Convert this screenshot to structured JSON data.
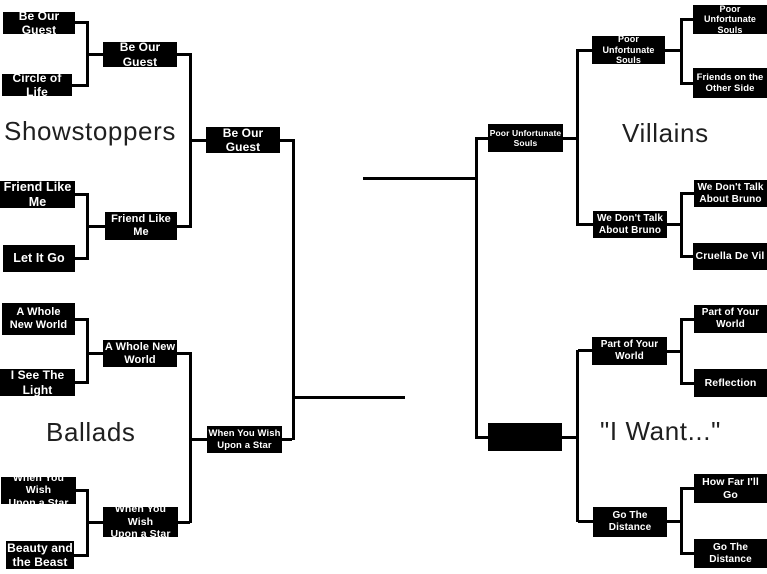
{
  "colors": {
    "background": "#ffffff",
    "box_fill": "#000000",
    "box_text": "#ffffff",
    "connector": "#000000",
    "label_text": "#1f1f1f"
  },
  "bracket": {
    "showstoppers": {
      "label": "Showstoppers",
      "r1": [
        "Be Our Guest",
        "Circle of Life",
        "Friend Like Me",
        "Let It Go"
      ],
      "r2": [
        "Be Our Guest",
        "Friend Like\nMe"
      ],
      "winner": "Be Our Guest"
    },
    "ballads": {
      "label": "Ballads",
      "r1": [
        "A Whole\nNew World",
        "I See The Light",
        "When You Wish\nUpon a Star",
        "Beauty and\nthe Beast"
      ],
      "r2": [
        "A Whole New\nWorld",
        "When You Wish\nUpon a Star"
      ],
      "winner": "When You Wish\nUpon a Star"
    },
    "villains": {
      "label": "Villains",
      "r1": [
        "Poor Unfortunate\nSouls",
        "Friends on the\nOther Side",
        "We Don't Talk\nAbout Bruno",
        "Cruella De Vil"
      ],
      "r2": [
        "Poor Unfortunate\nSouls",
        "We Don't Talk\nAbout Bruno"
      ],
      "winner": "Poor Unfortunate\nSouls"
    },
    "i_want": {
      "label": "\"I Want...\"",
      "r1": [
        "Part of Your\nWorld",
        "Reflection",
        "How Far I'll\nGo",
        "Go The\nDistance"
      ],
      "r2": [
        "Part of Your\nWorld",
        "Go The\nDistance"
      ],
      "winner": ""
    }
  }
}
